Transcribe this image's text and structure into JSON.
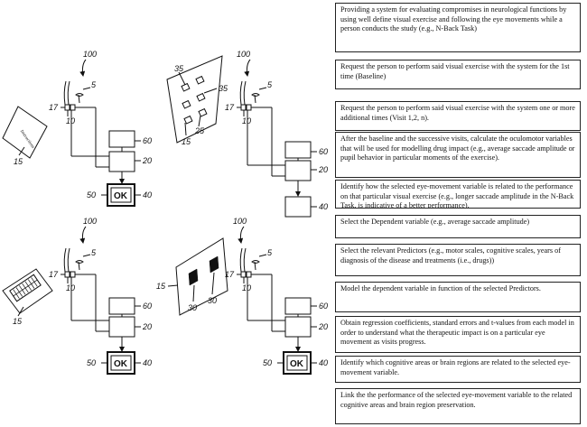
{
  "figure": {
    "labels": {
      "sys": "100",
      "eye": "5",
      "head": "17",
      "port": "10",
      "card": "15",
      "box60": "60",
      "box20": "20",
      "box40": "40",
      "box50": "50",
      "ok": "OK",
      "panel35": "35",
      "panel25": "25",
      "panel30": "30"
    },
    "card_word": "Instructions"
  },
  "steps": [
    "Providing a system for evaluating compromises in neurological functions by using well define visual exercise and following the eye movements while a person conducts the study (e.g., N-Back Task)",
    "Request the person to perform said visual exercise with the system for the 1st time (Baseline)",
    "Request the person to perform said visual exercise with the system one or more additional times (Visit 1,2, n).",
    "After the baseline and the successive visits, calculate the oculomotor variables that will be used for modelling drug impact (e.g., average saccade amplitude or pupil behavior in particular moments of the exercise).",
    "Identify how the selected eye-movement variable is related to the performance on that particular visual exercise (e.g., longer saccade amplitude in the N-Back Task, is indicative of a better performance).",
    "Select the Dependent variable (e.g., average saccade amplitude)",
    "Select the relevant Predictors (e.g., motor scales, cognitive scales, years of diagnosis of the disease and treatments (i.e., drugs))",
    "Model the dependent variable in function of the selected Predictors.",
    "Obtain regression coefficients, standard errors and t-values from each model in order to understand what the therapeutic impact is on a particular eye movement as visits progress.",
    "Identify which cognitive areas or brain regions are related to the selected eye-movement variable.",
    "Link the the performance of the selected eye-movement variable to the related cognitive areas and brain region preservation."
  ]
}
